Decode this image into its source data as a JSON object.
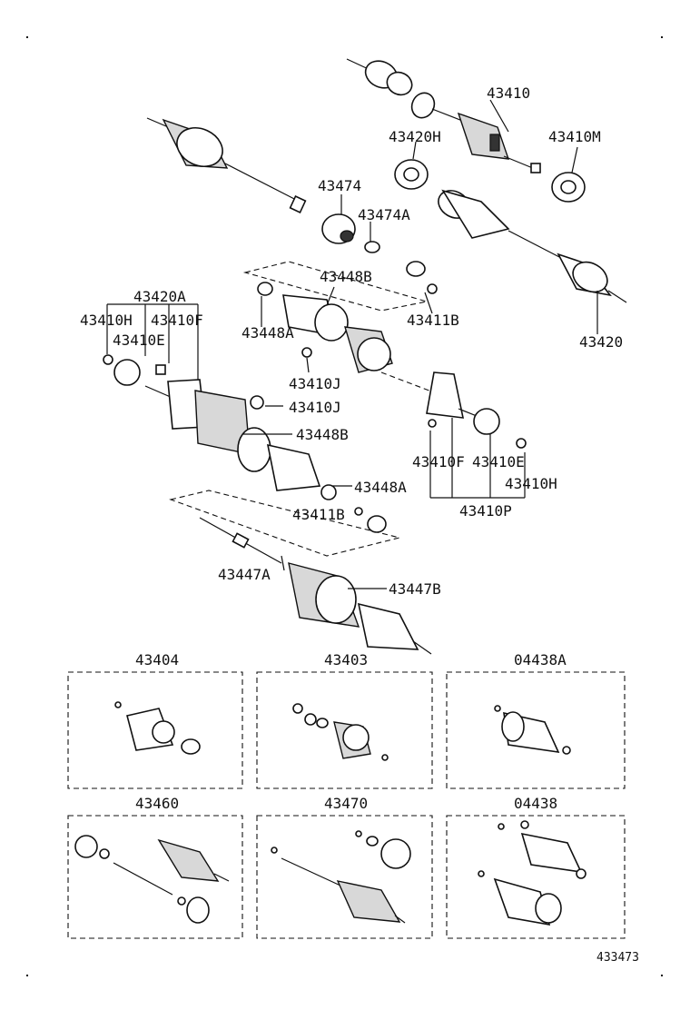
{
  "labels": {
    "p43410": "43410",
    "p43420H": "43420H",
    "p43410M": "43410M",
    "p43474": "43474",
    "p43474A": "43474A",
    "p43448B_top": "43448B",
    "p43420A": "43420A",
    "p43410H_l": "43410H",
    "p43410F_l": "43410F",
    "p43410E_l": "43410E",
    "p43448A_top": "43448A",
    "p43411B_r": "43411B",
    "p43420": "43420",
    "p43410J_a": "43410J",
    "p43410J_b": "43410J",
    "p43448B_mid": "43448B",
    "p43410F_r": "43410F",
    "p43410E_r": "43410E",
    "p43410H_r": "43410H",
    "p43448A_mid": "43448A",
    "p43411B_l": "43411B",
    "p43410P": "43410P",
    "p43447A": "43447A",
    "p43447B": "43447B"
  },
  "kits": {
    "k43404": "43404",
    "k43403": "43403",
    "k04438A": "04438A",
    "k43460": "43460",
    "k43470": "43470",
    "k04438": "04438"
  },
  "figure_id": "433473"
}
